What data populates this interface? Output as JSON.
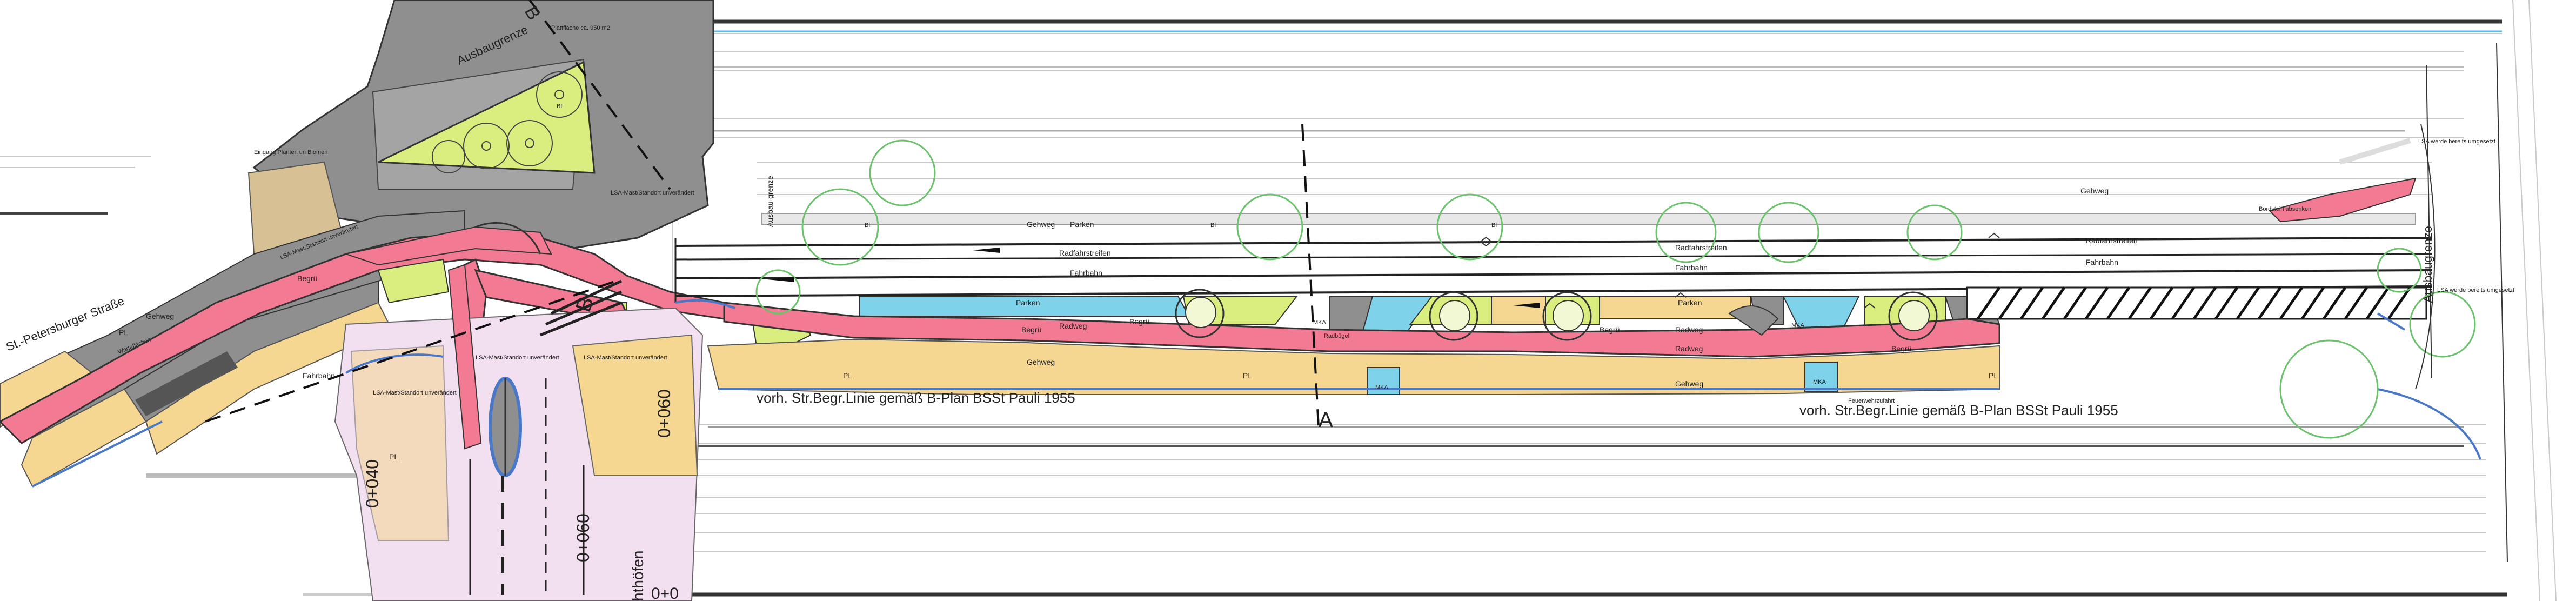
{
  "colors": {
    "road": "#f27a92",
    "sidewalk": "#f5d792",
    "building": "#8f8f8f",
    "parking": "#7ed3ea",
    "green": "#d9ee7f",
    "plaza": "#f2dff0",
    "beige": "#d8c095",
    "line": "#222222",
    "curb": "#4a78c8"
  },
  "labels": {
    "street_west": "St.-Petersburger Straße",
    "ausbaugrenze_nw": "Ausbaugrenze",
    "ausbaugrenze_mid": "Ausbau-grenze",
    "ausbaugrenze_east": "Ausbaugrenze",
    "legal_line_1": "vorh. Str.Begr.Linie gemäß B-Plan BSSt Pauli 1955",
    "legal_line_2": "vorh. Str.Begr.Linie gemäß B-Plan BSSt Pauli 1955",
    "section_a": "A",
    "section_b": "B",
    "station_1": "0+060",
    "station_2": "0+040",
    "station_3": "0+060",
    "station_4": "0+0",
    "street_south": "hthöfen",
    "gehweg": "Gehweg",
    "radweg": "Radweg",
    "parken": "Parken",
    "radfahrstreifen": "Radfahrstreifen",
    "fahrbahn": "Fahrbahn",
    "begruen": "Begrü",
    "mka": "MKA",
    "bf": "Bf",
    "pl": "PL",
    "lsa_mast": "LSA-Mast/Standort unverändert",
    "eingang": "Eingang Planten un Blomen",
    "plattform": "Plattfläche ca. 950 m2",
    "lsa_east": "LSA werde bereits umgesetzt",
    "bordstein": "Bordstein absenken",
    "feuerwehr": "Feuerwehrzufahrt",
    "wartefl": "Warteflächen",
    "radstell": "Radbügel"
  }
}
